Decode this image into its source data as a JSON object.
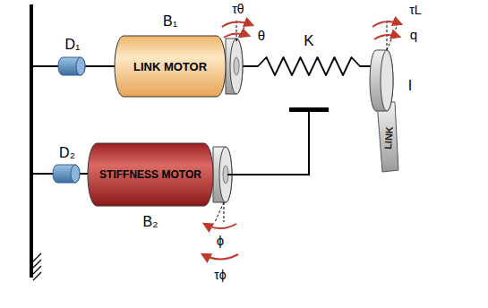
{
  "diagram": {
    "nodes": [
      {
        "text": [
          "LINK MOTOR"
        ]
      },
      {
        "text": [
          "STIFFNESS MOTOR"
        ]
      },
      {
        "text": [
          "LINK"
        ]
      }
    ],
    "edges": [
      {
        "from": 0,
        "to": 2,
        "arrow": "none",
        "label": "K"
      }
    ],
    "labels": [
      "D₁",
      "B₁",
      "τθ",
      "θ",
      "τL",
      "q",
      "I",
      "D₂",
      "B₂",
      "ϕ",
      "τϕ"
    ]
  }
}
